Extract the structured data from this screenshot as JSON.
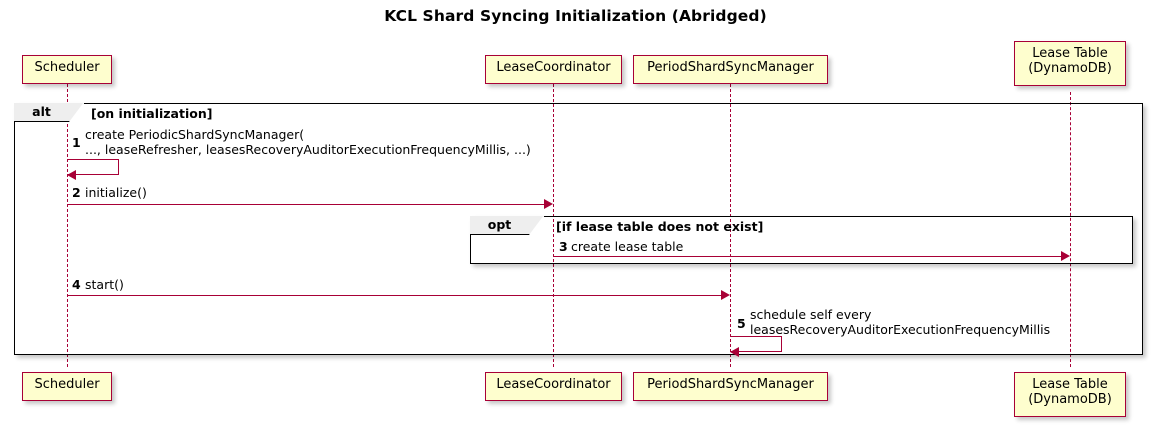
{
  "title": "KCL Shard Syncing Initialization (Abridged)",
  "colors": {
    "participant_fill": "#FEFECE",
    "participant_border": "#A80036",
    "arrow": "#A80036",
    "frame_border": "#000000",
    "frame_tab_fill": "#EEEEEE",
    "background": "#FFFFFF"
  },
  "participants": [
    {
      "id": "scheduler",
      "label": "Scheduler"
    },
    {
      "id": "lease-coordinator",
      "label": "LeaseCoordinator"
    },
    {
      "id": "period-shard-sync-manager",
      "label": "PeriodShardSyncManager"
    },
    {
      "id": "lease-table",
      "label": "Lease Table\n(DynamoDB)"
    }
  ],
  "fragments": [
    {
      "id": "alt",
      "type": "alt",
      "condition": "[on initialization]"
    },
    {
      "id": "opt",
      "type": "opt",
      "condition": "[if lease table does not exist]"
    }
  ],
  "messages": [
    {
      "number": "1",
      "text": "create PeriodicShardSyncManager(\n   ..., leaseRefresher, leasesRecoveryAuditorExecutionFrequencyMillis, ...)",
      "from": "scheduler",
      "to": "scheduler",
      "self": true
    },
    {
      "number": "2",
      "text": "initialize()",
      "from": "scheduler",
      "to": "lease-coordinator",
      "self": false
    },
    {
      "number": "3",
      "text": "create lease table",
      "from": "lease-coordinator",
      "to": "lease-table",
      "self": false
    },
    {
      "number": "4",
      "text": "start()",
      "from": "scheduler",
      "to": "period-shard-sync-manager",
      "self": false
    },
    {
      "number": "5",
      "text": "schedule self every\n   leasesRecoveryAuditorExecutionFrequencyMillis",
      "from": "period-shard-sync-manager",
      "to": "period-shard-sync-manager",
      "self": true
    }
  ]
}
